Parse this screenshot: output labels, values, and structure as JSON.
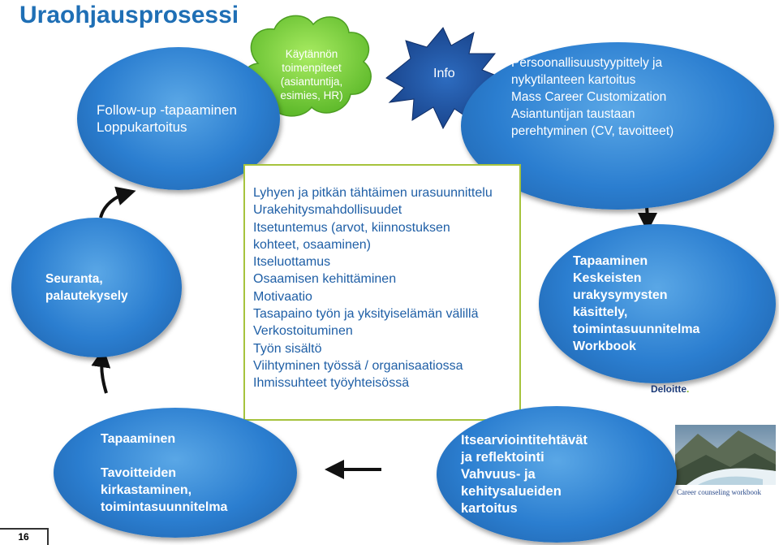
{
  "title": "Uraohjausprosessi",
  "page_number": "16",
  "nodes": {
    "follow_up": [
      "Follow-up  -tapaaminen",
      "Loppukartoitus"
    ],
    "cloud": [
      "Käytännön",
      "toimenpiteet",
      "(asiantuntija,",
      "esimies, HR)"
    ],
    "info": "Info",
    "personality": [
      "Persoonallisuustyypittely ja",
      "nykytilanteen kartoitus",
      "Mass Career Customization",
      "Asiantuntijan taustaan",
      "perehtyminen (CV, tavoitteet)"
    ],
    "seuranta": [
      "Seuranta,",
      "palautekysely"
    ],
    "tapaaminen_right": [
      "Tapaaminen",
      "Keskeisten",
      "urakysymysten",
      "käsittely,",
      "toimintasuunnitelma",
      "Workbook"
    ],
    "tapaaminen_left": [
      "Tapaaminen",
      "",
      "Tavoitteiden",
      "kirkastaminen,",
      "toimintasuunnitelma"
    ],
    "itsearviointi": [
      "Itsearviointitehtävät",
      "ja reflektointi",
      "Vahvuus- ja",
      "kehitysalueiden",
      "kartoitus"
    ]
  },
  "center_topics": [
    "Lyhyen ja pitkän tähtäimen urasuunnittelu",
    "Urakehitysmahdollisuudet",
    "Itsetuntemus (arvot, kiinnostuksen",
    "kohteet, osaaminen)",
    "Itseluottamus",
    "Osaamisen kehittäminen",
    "Motivaatio",
    "Tasapaino työn ja yksityiselämän välillä",
    "Verkostoituminen",
    "Työn sisältö",
    "Viihtyminen työssä / organisaatiossa",
    "Ihmissuhteet työyhteisössä"
  ],
  "logo": {
    "brand": "Deloitte",
    "dot": "."
  },
  "photo_caption": "Career counseling workbook",
  "colors": {
    "title": "#1f6fb5",
    "oval_fill": "#2b7ed0",
    "text_blue": "#1f5fa6",
    "box_border": "#a6c33d",
    "cloud_fill": "#7ed33c",
    "star_fill": "#1c4f9c"
  },
  "icons": [
    "cloud-shape",
    "star-burst-shape",
    "arrow-icon",
    "river-photo"
  ]
}
